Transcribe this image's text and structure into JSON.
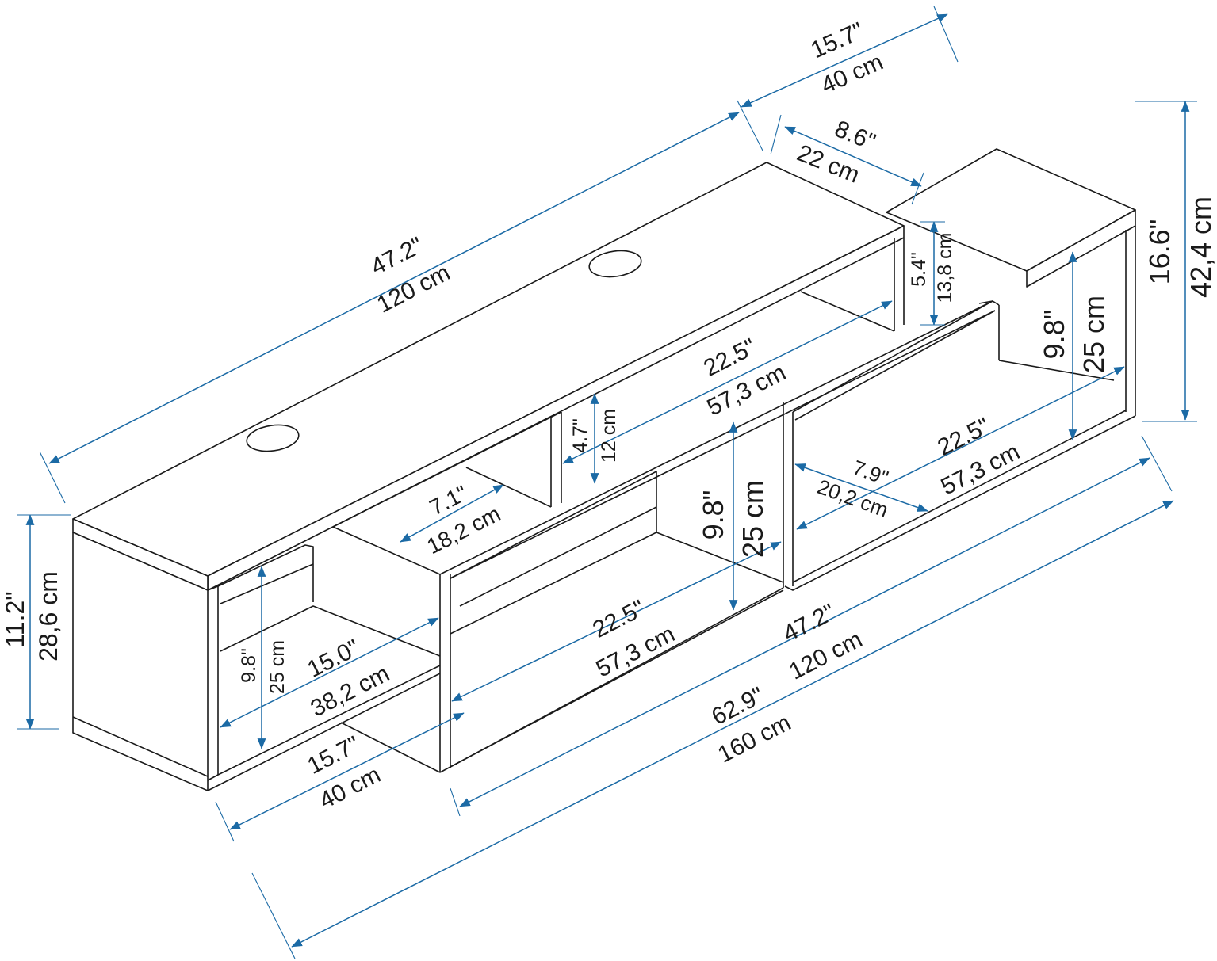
{
  "colors": {
    "line": "#1a1a1a",
    "dimension": "#1b6aa5",
    "background": "#ffffff"
  },
  "dimensions": {
    "top_depth_right": {
      "in": "15.7\"",
      "cm": "40 cm"
    },
    "top_length": {
      "in": "47.2\"",
      "cm": "120 cm"
    },
    "step_depth": {
      "in": "8.6\"",
      "cm": "22 cm"
    },
    "step_height": {
      "in": "5.4\"",
      "cm": "13,8 cm"
    },
    "total_height": {
      "in": "16.6\"",
      "cm": "42,4 cm"
    },
    "upper_shelf_width": {
      "in": "22.5\"",
      "cm": "57,3 cm"
    },
    "upper_niche_height": {
      "in": "4.7\"",
      "cm": "12 cm"
    },
    "upper_niche_depth": {
      "in": "7.1\"",
      "cm": "18,2 cm"
    },
    "right_open_height": {
      "in": "9.8\"",
      "cm": "25 cm"
    },
    "right_shelf_width": {
      "in": "22.5\"",
      "cm": "57,3 cm"
    },
    "right_shelf_depth": {
      "in": "7.9\"",
      "cm": "20,2 cm"
    },
    "middle_height": {
      "in": "9.8\"",
      "cm": "25 cm"
    },
    "lower_shelf_width": {
      "in": "22.5\"",
      "cm": "57,3 cm"
    },
    "bottom_length": {
      "in": "47.2\"",
      "cm": "120 cm"
    },
    "left_height": {
      "in": "11.2\"",
      "cm": "28,6 cm"
    },
    "left_inner_height": {
      "in": "9.8\"",
      "cm": "25 cm"
    },
    "left_shelf_width": {
      "in": "15.0\"",
      "cm": "38,2 cm"
    },
    "left_depth": {
      "in": "15.7\"",
      "cm": "40 cm"
    },
    "total_length": {
      "in": "62.9\"",
      "cm": "160 cm"
    }
  }
}
